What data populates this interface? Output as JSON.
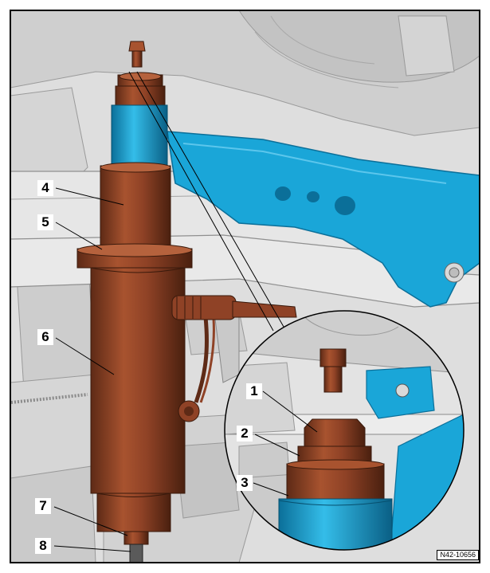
{
  "figure": {
    "reference_code": "N42-10656",
    "callouts": [
      {
        "id": "1",
        "label": "1"
      },
      {
        "id": "2",
        "label": "2"
      },
      {
        "id": "3",
        "label": "3"
      },
      {
        "id": "4",
        "label": "4"
      },
      {
        "id": "5",
        "label": "5"
      },
      {
        "id": "6",
        "label": "6"
      },
      {
        "id": "7",
        "label": "7"
      },
      {
        "id": "8",
        "label": "8"
      }
    ],
    "colors": {
      "tool_brown": "#8f4226",
      "tool_brown_dark": "#5e2a16",
      "tool_brown_light": "#b5623d",
      "component_blue": "#1aa6d8",
      "component_blue_dark": "#0b6f99",
      "background_grey": "#dcdcdc",
      "outline": "#000000"
    }
  }
}
